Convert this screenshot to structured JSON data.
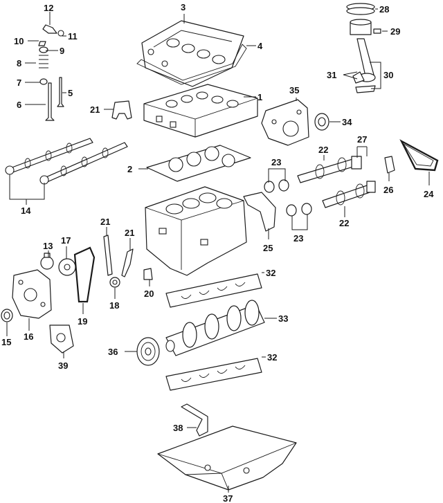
{
  "callouts": {
    "c1": "1",
    "c2": "2",
    "c3": "3",
    "c4": "4",
    "c5": "5",
    "c6": "6",
    "c7": "7",
    "c8": "8",
    "c9": "9",
    "c10": "10",
    "c11": "11",
    "c12": "12",
    "c13": "13",
    "c14": "14",
    "c15": "15",
    "c16": "16",
    "c17": "17",
    "c18": "18",
    "c19": "19",
    "c20": "20",
    "c21a": "21",
    "c21b": "21",
    "c21c": "21",
    "c22a": "22",
    "c22b": "22",
    "c23a": "23",
    "c23b": "23",
    "c24": "24",
    "c25": "25",
    "c26": "26",
    "c27": "27",
    "c28": "28",
    "c29": "29",
    "c30": "30",
    "c31": "31",
    "c32a": "32",
    "c32b": "32",
    "c33": "33",
    "c34": "34",
    "c35": "35",
    "c36": "36",
    "c37": "37",
    "c38": "38",
    "c39": "39"
  }
}
